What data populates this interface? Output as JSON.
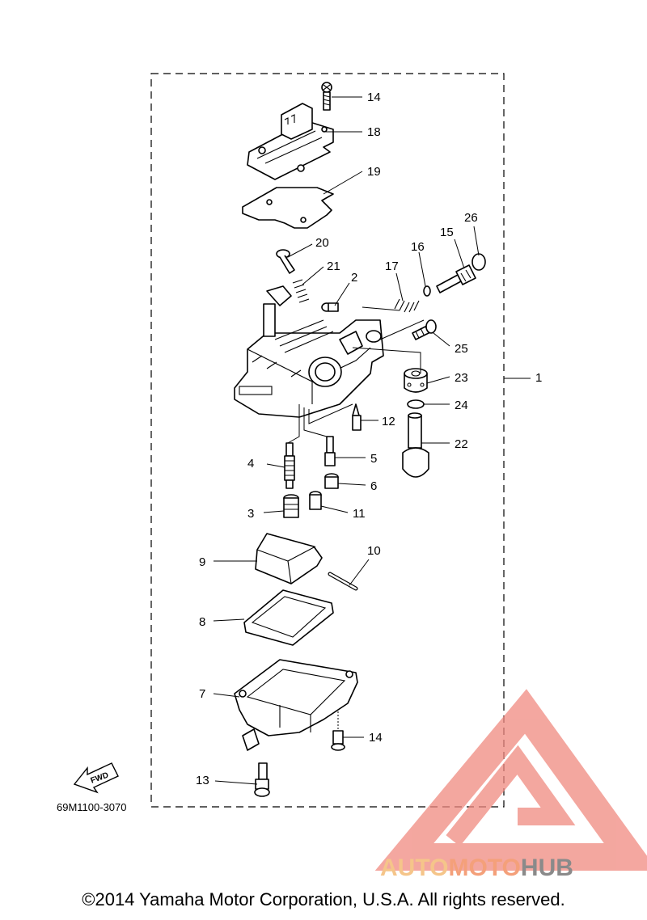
{
  "diagram": {
    "part_numbers": [
      "14",
      "18",
      "19",
      "20",
      "21",
      "2",
      "17",
      "16",
      "15",
      "26",
      "25",
      "23",
      "1",
      "24",
      "12",
      "22",
      "4",
      "5",
      "6",
      "3",
      "11",
      "9",
      "10",
      "8",
      "7",
      "14",
      "13"
    ],
    "fwd_label": "FWD",
    "diagram_code": "69M1100-3070"
  },
  "watermark": {
    "brand_part1": "AUTO",
    "brand_part2": "MOTO",
    "brand_part3": "HUB",
    "colors": {
      "triangle": "#f08a80",
      "auto": "#f5c58a",
      "moto": "#f4a07a",
      "hub": "#8a8a8a"
    }
  },
  "footer": {
    "copyright": "©2014 Yamaha Motor Corporation, U.S.A. All rights reserved."
  }
}
